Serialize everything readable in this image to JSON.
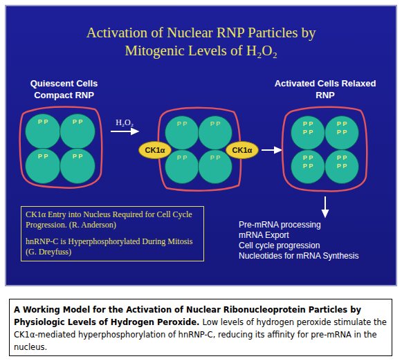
{
  "diagram": {
    "title": "Activation of Nuclear RNP Particles by Mitogenic Levels of H₂O₂",
    "nodes": [
      {
        "text": [
          "Quiescent Cells Compact RNP"
        ]
      },
      {
        "text": [
          "P P"
        ],
        "in": 0
      },
      {
        "text": [
          "P P"
        ],
        "in": 0
      },
      {
        "text": [
          "P P"
        ],
        "in": 0
      },
      {
        "text": [
          "P P"
        ],
        "in": 0
      },
      {
        "text": [
          "P P"
        ]
      },
      {
        "text": [
          "P P"
        ]
      },
      {
        "text": [
          "P P"
        ]
      },
      {
        "text": [
          "P P"
        ]
      },
      {
        "text": [
          "CK1α"
        ]
      },
      {
        "text": [
          "CK1α"
        ]
      },
      {
        "text": [
          "Activated Cells Relaxed RNP"
        ]
      },
      {
        "text": [
          "P P",
          "P P"
        ],
        "in": 11
      },
      {
        "text": [
          "P P",
          "P P"
        ],
        "in": 11
      },
      {
        "text": [
          "P P",
          "P P"
        ],
        "in": 11
      },
      {
        "text": [
          "P P",
          "P P"
        ],
        "in": 11
      },
      {
        "text": [
          "CK1α Entry into Nucleus Required for Cell Cycle Progression. (R. Anderson)",
          "hnRNP-C is Hyperphosphorylated During Mitosis (G. Dreyfuss)"
        ]
      },
      {
        "text": [
          "A Working Model for the Activation of Nuclear Ribonucleoprotein Particles by Physiologic Levels of Hydrogen Peroxide.",
          "Low levels of hydrogen peroxide stimulate the CK1α-mediated hyperphosphorylation of hnRNP-C, reducing its affinity for pre-mRNA in the nucleus."
        ]
      }
    ],
    "labels": [
      "H₂O₂",
      "Pre-mRNA processing",
      "mRNA Export",
      "Cell cycle progression",
      "Nucleotides for mRNA Synthesis"
    ]
  }
}
